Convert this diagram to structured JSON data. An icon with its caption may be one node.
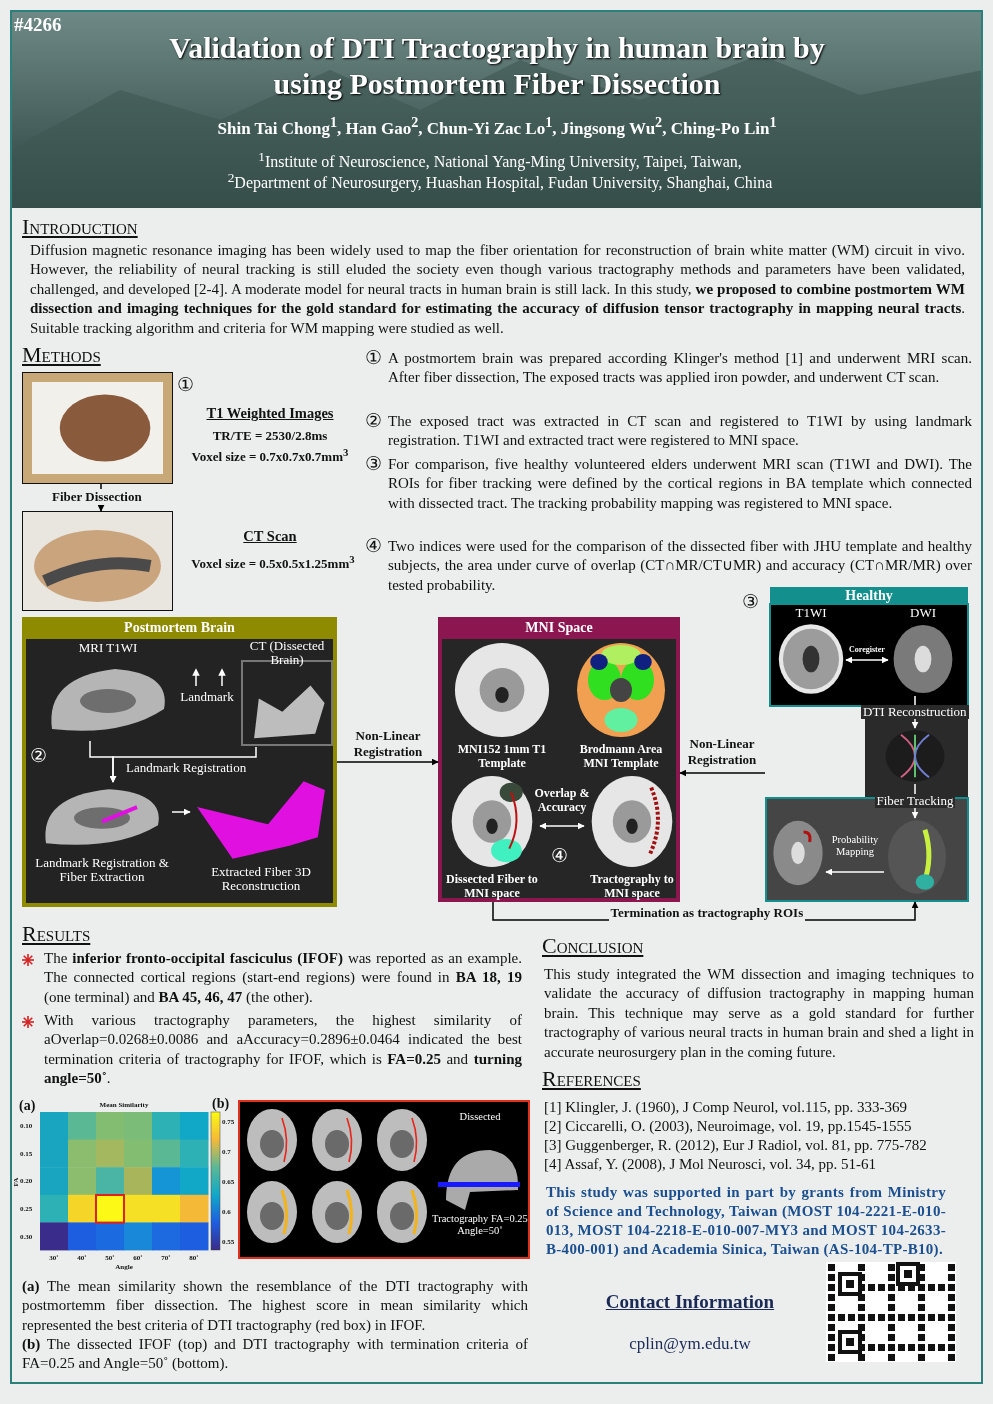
{
  "diagram": {
    "title": "Validation of DTI Tractography in human brain by using Postmortem Fiber Dissection",
    "nodes": [
      {
        "text": [],
        "shape": "picture",
        "beside": [
          "T1 Weighted Images",
          "TR/TE = 2530/2.8ms",
          "Voxel size = 0.7x0.7x0.7mm$^{3}$"
        ]
      },
      {
        "text": [],
        "shape": "picture",
        "beside": [
          "CT Scan",
          "Voxel size = 0.5x0.5x1.25mm$^{3}$"
        ]
      },
      {
        "text": [
          "Postmortem Brain"
        ]
      },
      {
        "text": [
          "MRI T1WI"
        ],
        "in": 2
      },
      {
        "text": [
          "CT (Dissected Brain)"
        ],
        "in": 2
      },
      {
        "text": [
          "Landmark Registration & Fiber Extraction"
        ],
        "in": 2
      },
      {
        "text": [
          "Extracted Fiber 3D Reconstruction"
        ],
        "in": 2
      },
      {
        "text": [
          "MNI Space"
        ]
      },
      {
        "text": [
          "MNI152 1mm T1 Template"
        ],
        "in": 7
      },
      {
        "text": [
          "Brodmann Area MNI Template"
        ],
        "in": 7
      },
      {
        "text": [
          "Dissected Fiber to MNI space"
        ],
        "in": 7
      },
      {
        "text": [
          "Tractography to MNI space"
        ],
        "in": 7
      },
      {
        "text": [
          "Healthy"
        ]
      },
      {
        "text": [
          "T1WI"
        ],
        "in": 12
      },
      {
        "text": [
          "DWI"
        ],
        "in": 12
      },
      {
        "text": [],
        "shape": "picture",
        "in": 12
      },
      {
        "text": [],
        "shape": "picture",
        "in": 12
      },
      {
        "text": [],
        "shape": "picture",
        "in": 12
      }
    ],
    "edges": [
      {
        "from": 0,
        "to": 1,
        "arrow": "to",
        "label": "Fiber Dissection",
        "color": "#000000"
      },
      {
        "from": 3,
        "to": 5,
        "arrow": "to",
        "label": "Landmark Registration"
      },
      {
        "from": 4,
        "to": 5,
        "arrow": "to"
      },
      {
        "from": 5,
        "to": 6,
        "arrow": "to"
      },
      {
        "from": 2,
        "to": 7,
        "arrow": "to",
        "label": "Non-Linear Registration",
        "color": "#000000"
      },
      {
        "from": 10,
        "to": 11,
        "arrow": "both",
        "label": "Overlap & Accuracy"
      },
      {
        "from": 13,
        "to": 14,
        "arrow": "both",
        "label": "Coregister"
      },
      {
        "from": 14,
        "to": 15,
        "arrow": "to",
        "label": "DTI Reconstruction"
      },
      {
        "from": 15,
        "to": 16,
        "arrow": "to",
        "label": "Fiber Tracking"
      },
      {
        "from": 16,
        "to": 17,
        "arrow": "to",
        "label": "Probability Mapping"
      },
      {
        "from": 12,
        "to": 7,
        "arrow": "to",
        "label": "Non-Linear Registration",
        "color": "#000000"
      },
      {
        "from": 7,
        "to": 12,
        "arrow": "to",
        "label": "Termination as tractography ROIs",
        "color": "#000000"
      }
    ],
    "labels": [
      "#4266",
      "Shin Tai Chong$^{1}$, Han Gao$^{2}$, Chun-Yi Zac Lo$^{1}$, Jingsong Wu$^{2}$, Ching-Po Lin$^{1}$",
      "$^{1}$Institute of Neuroscience, National Yang-Ming University, Taipei, Taiwan,",
      "$^{2}$Department of Neurosurgery, Huashan Hospital, Fudan University, Shanghai, China",
      "Introduction",
      "Diffusion magnetic resonance imaging has been widely used to map the fiber orientation for reconstruction of brain white matter (WM) circuit in vivo. However, the reliability of neural tracking is still eluded the society even though various tractography methods and parameters have been validated, challenged, and developed [2-4]. A moderate model for neural tracts in human brain is still lack. In this study, **we proposed to combine postmortem WM dissection and imaging techniques for the gold standard for estimating the accuracy of diffusion tensor tractography in mapping neural tracts**. Suitable tracking algorithm and criteria for WM mapping were studied as well.",
      "Methods",
      "①",
      "①",
      "A postmortem brain was prepared according Klinger's method [1] and underwent MRI scan. After fiber dissection, The exposed tracts was applied iron powder, and underwent CT scan.",
      "②",
      "The exposed tract was extracted in CT scan and registered to T1WI by using landmark registration. T1WI and extracted tract were registered to MNI space.",
      "③",
      "For comparison, five healthy volunteered elders underwent MRI scan (T1WI and DWI). The ROIs for fiber tracking were defined by the cortical regions in BA template which connected with dissected tract. The tracking probability mapping was registered to MNI space.",
      "④",
      "Two indices were used for the comparison of the dissected fiber with JHU template and healthy subjects, the area under curve of overlap (CT∩MR/CT∪MR) and accuracy (CT∩MR/MR) over tested probability.",
      "③",
      "Landmark",
      "②",
      "④",
      "Results",
      "The **inferior fronto-occipital fasciculus (IFOF)** was reported as an example. The connected cortical regions (start-end regions) were found in **BA 18, 19** (one terminal) and **BA 45, 46, 47** (the other).",
      "With various tractography parameters, the highest similarity of aOverlap=0.0268±0.0086 and aAccuracy=0.2896±0.0464 indicated the best termination criteria of tractography for IFOF, which is **FA=0.25** and **turning angle=50˚**.",
      "(a)",
      "Mean Similarity",
      "0.10",
      "0.15",
      "0.20",
      "0.25",
      "0.30",
      "FA",
      "30˚",
      "40˚",
      "50˚",
      "60˚",
      "70˚",
      "80˚",
      "Angle",
      "0.75",
      "0.7",
      "0.65",
      "0.6",
      "0.55",
      "(b)",
      "Dissected",
      "Tractography FA=0.25 Angle=50˚",
      "**(a)** The mean similarity shown the resemblance of the DTI tractography with postmortemm fiber dissection. The highest score in mean similarity which represented the best criteria of DTI tractography (red box) in IFOF.",
      "**(b)** The dissected IFOF (top) and DTI tractography with termination criteria of FA=0.25 and Angle=50˚ (bottom).",
      "Conclusion",
      "This study integrated the WM dissection and imaging techniques to validate the accuracy of diffusion tractography in mapping human brain. This technique may serve as a gold standard for further tractography of various neural tracts in human brain and shed a light in accurate neurosurgery plan in the coming future.",
      "References",
      "[1] Klingler, J. (1960), J Comp Neurol, vol.115, pp. 333-369",
      "[2] Ciccarelli, O. (2003), Neuroimage, vol. 19, pp.1545-1555",
      "[3] Guggenberger, R. (2012), Eur J Radiol, vol. 81, pp. 775-782",
      "[4] Assaf, Y. (2008), J Mol Neurosci, vol. 34, pp. 51-61",
      "This study was supported in part by grants from Ministry of Science and Technology, Taiwan (MOST 104-2221-E-010-013, MOST 104-2218-E-010-007-MY3 and MOST 104-2633-B-400-001) and Academia Sinica, Taiwan (AS-104-TP-B10).",
      "Contact Information",
      "cplin@ym.edu.tw"
    ]
  }
}
